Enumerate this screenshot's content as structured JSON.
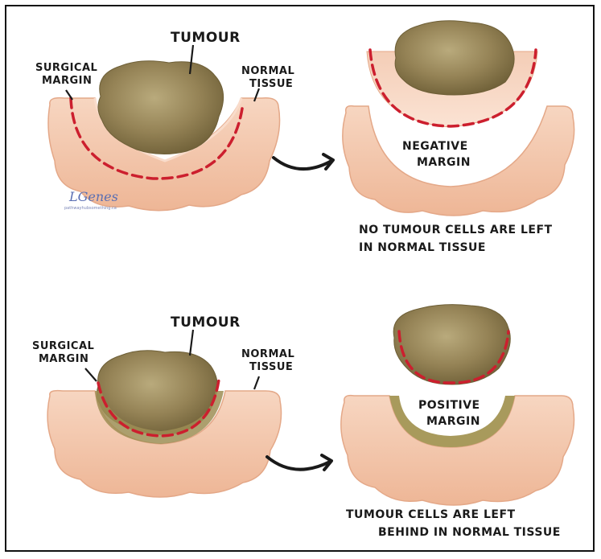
{
  "top_left": {
    "tumour_label": "Tumour",
    "surgical_margin_label": [
      "Surgical",
      "Margin"
    ],
    "normal_tissue_label": [
      "Normal",
      "Tissue"
    ]
  },
  "top_right": {
    "result_label": [
      "Negative",
      "Margin"
    ],
    "caption": [
      "No tumour cells are left",
      "in normal tissue"
    ]
  },
  "bottom_left": {
    "tumour_label": "Tumour",
    "surgical_margin_label": [
      "Surgical",
      "Margin"
    ],
    "normal_tissue_label": [
      "Normal",
      "Tissue"
    ]
  },
  "bottom_right": {
    "result_label": [
      "Positive",
      "Margin"
    ],
    "caption": [
      "Tumour cells are left",
      "behind in normal tissue"
    ]
  },
  "signature": {
    "name": "LGenes",
    "url": "pathwayhubsomething.ca"
  },
  "colors": {
    "tissue": "#f3c7ac",
    "tissue_shade": "#e9a987",
    "tumour": "#8a7848",
    "tumour_light": "#b3a375",
    "margin_line": "#cc1f2e",
    "residual_tumour": "#a89a5c",
    "arrow": "#1a1a1a"
  }
}
